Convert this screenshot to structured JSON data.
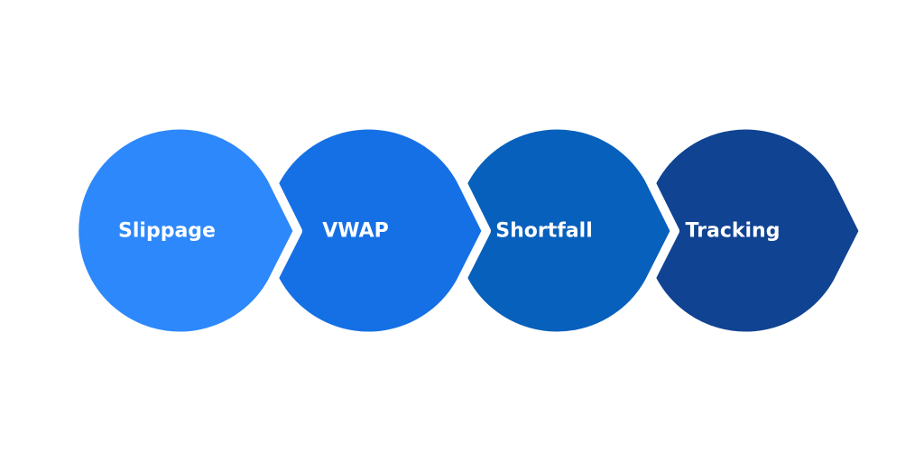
{
  "steps": [
    {
      "label": "Slippage",
      "color": "#2d88fb"
    },
    {
      "label": "VWAP",
      "color": "#1570e5"
    },
    {
      "label": "Shortfall",
      "color": "#0760bc"
    },
    {
      "label": "Tracking",
      "color": "#104392"
    }
  ],
  "background": "#ffffff"
}
